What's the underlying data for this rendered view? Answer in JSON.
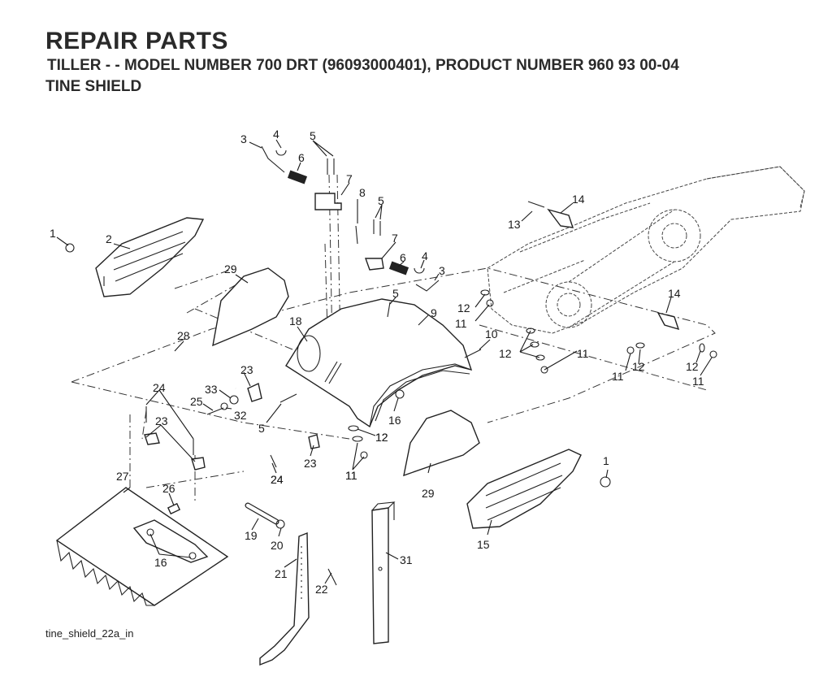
{
  "header": {
    "title": "REPAIR PARTS",
    "subtitle": "TILLER - - MODEL NUMBER 700 DRT (96093000401), PRODUCT NUMBER 960 93 00-04",
    "section": "TINE SHIELD"
  },
  "caption": "tine_shield_22a_in",
  "callouts": [
    "1",
    "2",
    "3",
    "4",
    "5",
    "6",
    "7",
    "8",
    "5",
    "7",
    "6",
    "4",
    "3",
    "5",
    "9",
    "10",
    "11",
    "12",
    "12",
    "11",
    "11",
    "12",
    "12",
    "11",
    "13",
    "14",
    "14",
    "12",
    "11",
    "15",
    "1",
    "16",
    "12",
    "11",
    "18",
    "23",
    "24",
    "23",
    "24",
    "25",
    "33",
    "32",
    "5",
    "23",
    "24",
    "26",
    "27",
    "16",
    "28",
    "29",
    "29",
    "19",
    "20",
    "21",
    "22",
    "31"
  ]
}
